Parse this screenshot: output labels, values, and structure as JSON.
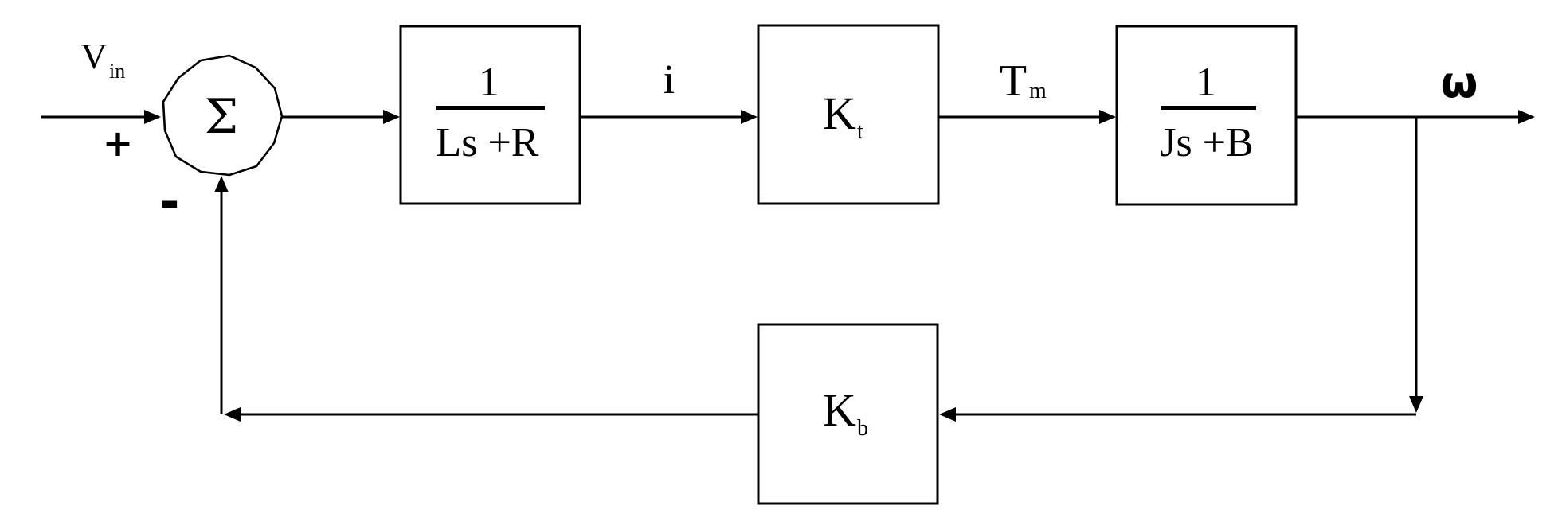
{
  "diagram": {
    "kind": "feedback-control-block-diagram",
    "background_color": "#ffffff",
    "line_color": "#000000",
    "input_label": {
      "base": "V",
      "subscript": "in"
    },
    "summing_junction": {
      "symbol": "Σ",
      "positive_sign": "+",
      "negative_sign": "-"
    },
    "blocks": {
      "electrical": {
        "numerator": "1",
        "denominator": "Ls +R"
      },
      "torque_constant": {
        "base": "K",
        "subscript": "t"
      },
      "mechanical": {
        "numerator": "1",
        "denominator": "Js +B"
      },
      "back_emf": {
        "base": "K",
        "subscript": "b"
      }
    },
    "signal_labels": {
      "current": "i",
      "torque": {
        "base": "T",
        "subscript": "m"
      },
      "speed": "ω"
    }
  }
}
